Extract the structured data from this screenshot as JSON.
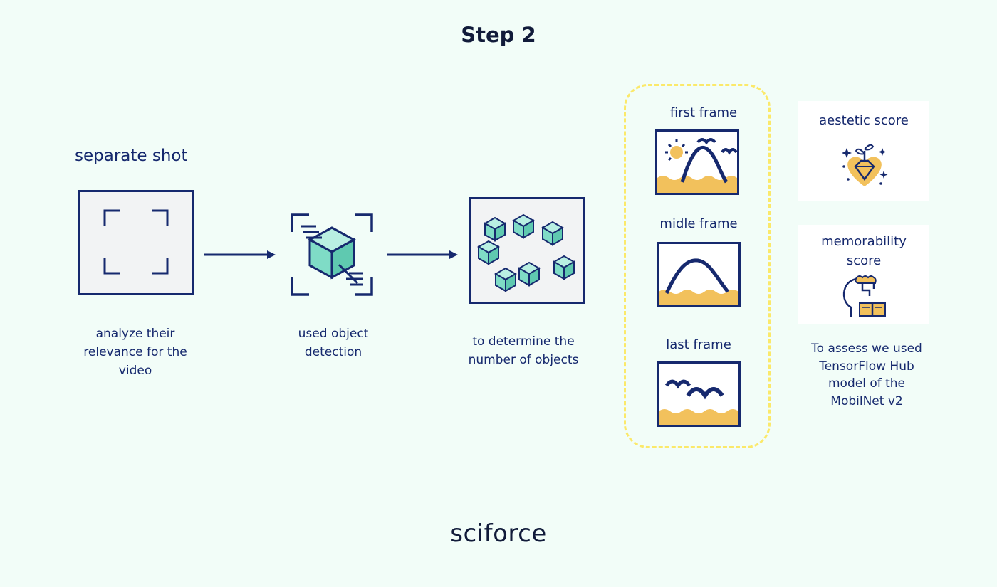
{
  "title": "Step 2",
  "shot": {
    "heading": "separate shot",
    "caption": [
      "analyze their",
      "relevance for the",
      "video"
    ]
  },
  "detection": {
    "caption": [
      "used object",
      "detection"
    ]
  },
  "count": {
    "caption": [
      "to determine the",
      "number of objects"
    ]
  },
  "frames": {
    "first": "first frame",
    "middle": "midle frame",
    "last": "last frame"
  },
  "scores": {
    "aesthetic": "aestetic score",
    "memorability": [
      "memorability",
      "score"
    ]
  },
  "note": [
    "To assess we used",
    "TensorFlow Hub",
    "model of the",
    "MobilNet v2"
  ],
  "logo": "sciforce",
  "colors": {
    "navy": "#16296e",
    "teal": "#7fdcc6",
    "yellow": "#f2c15c",
    "dashed": "#fbe96a",
    "background": "#f2fdf8"
  }
}
